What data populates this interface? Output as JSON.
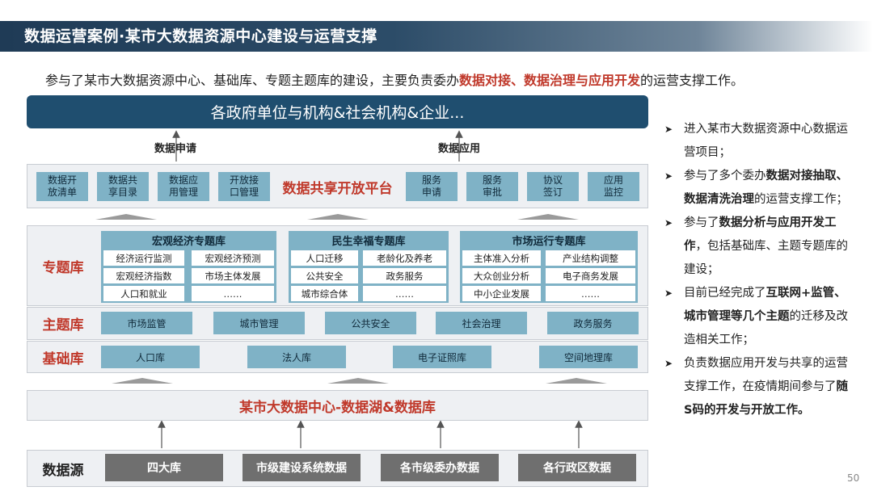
{
  "title": "数据运营案例·某市大数据资源中心建设与运营支撑",
  "subtitle": {
    "prefix": "参与了某市大数据资源中心、基础库、专题主题库的建设，主要负责委办",
    "highlight": "数据对接、数据治理与应用开发",
    "suffix": "的运营支撑工作。"
  },
  "top_box": "各政府单位与机构&社会机构&企业...",
  "labels": {
    "data_request": "数据申请",
    "data_application": "数据应用"
  },
  "platform": {
    "title": "数据共享开放平台",
    "left_items": [
      "数据开\n放清单",
      "数据共\n享目录",
      "数据应\n用管理",
      "开放接\n口管理"
    ],
    "right_items": [
      "服务\n申请",
      "服务\n审批",
      "协议\n签订",
      "应用\n监控"
    ]
  },
  "topic_layer": {
    "label": "专题库",
    "groups": [
      {
        "title": "宏观经济专题库",
        "items": [
          "经济运行监测",
          "宏观经济预测",
          "宏观经济指数",
          "市场主体发展",
          "人口和就业",
          "……"
        ]
      },
      {
        "title": "民生幸福专题库",
        "items": [
          "人口迁移",
          "老龄化及养老",
          "公共安全",
          "政务服务",
          "城市综合体",
          "……"
        ]
      },
      {
        "title": "市场运行专题库",
        "items": [
          "主体准入分析",
          "产业结构调整",
          "大众创业分析",
          "电子商务发展",
          "中小企业发展",
          "……"
        ]
      }
    ]
  },
  "theme_layer": {
    "label": "主题库",
    "items": [
      "市场监管",
      "城市管理",
      "公共安全",
      "社会治理",
      "政务服务"
    ]
  },
  "base_layer": {
    "label": "基础库",
    "items": [
      "人口库",
      "法人库",
      "电子证照库",
      "空间地理库"
    ]
  },
  "data_center": "某市大数据中心-数据湖&数据库",
  "source_layer": {
    "label": "数据源",
    "items": [
      "四大库",
      "市级建设系统数据",
      "各市级委办数据",
      "各行政区数据"
    ]
  },
  "right_list": [
    {
      "segments": [
        {
          "text": "进入某市大数据资源中心数据运营项目；",
          "bold": false
        }
      ]
    },
    {
      "segments": [
        {
          "text": "参与了多个委办",
          "bold": false
        },
        {
          "text": "数据对接抽取、数据清洗治理",
          "bold": true
        },
        {
          "text": "的运营支撑工作；",
          "bold": false
        }
      ]
    },
    {
      "segments": [
        {
          "text": "参与了",
          "bold": false
        },
        {
          "text": "数据分析与应用开发工作",
          "bold": true
        },
        {
          "text": "，包括基础库、主题专题库的建设；",
          "bold": false
        }
      ]
    },
    {
      "segments": [
        {
          "text": "目前已经完成了",
          "bold": false
        },
        {
          "text": "互联网+监管、城市管理等几个主题",
          "bold": true
        },
        {
          "text": "的迁移及改造相关工作；",
          "bold": false
        }
      ]
    },
    {
      "segments": [
        {
          "text": "负责数据应用开发与共享的运营支撑工作，在疫情期间参与了",
          "bold": false
        },
        {
          "text": "随S码的开发与开放工作。",
          "bold": true
        }
      ]
    }
  ],
  "page_number": "50",
  "colors": {
    "accent_red": "#c0392b",
    "navy": "#1f4e6f",
    "teal": "#7fb2c6",
    "gray": "#6f6f6f"
  }
}
